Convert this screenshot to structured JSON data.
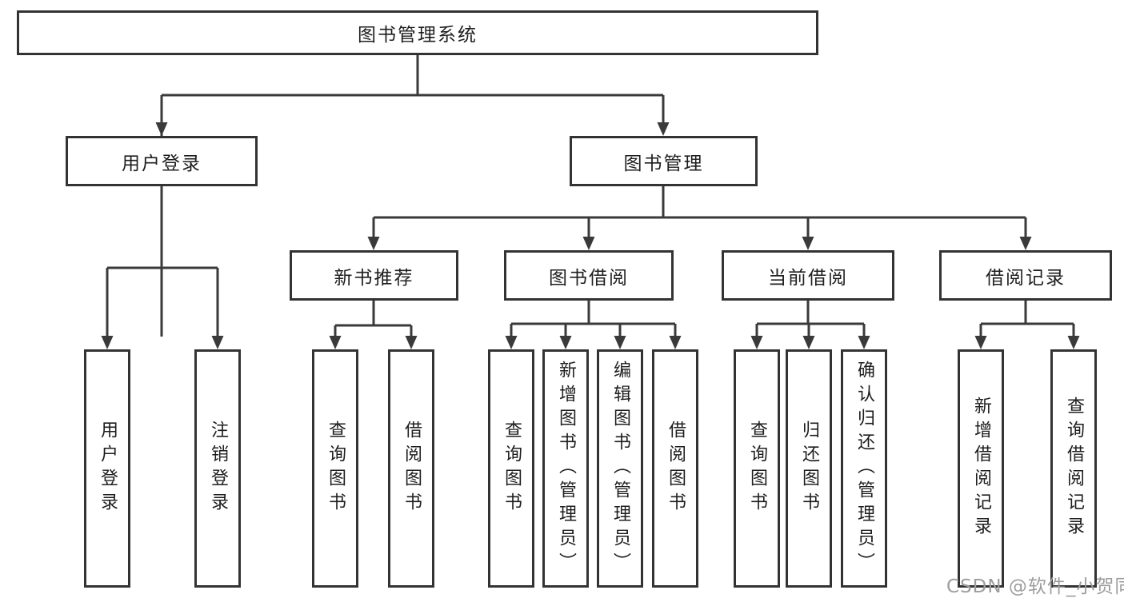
{
  "tree": {
    "label": "图书管理系统",
    "children": [
      {
        "label": "用户登录",
        "children": [
          {
            "label": "用户登录"
          },
          {
            "label": "注销登录"
          }
        ]
      },
      {
        "label": "图书管理",
        "children": [
          {
            "label": "新书推荐",
            "children": [
              {
                "label": "查询图书"
              },
              {
                "label": "借阅图书"
              }
            ]
          },
          {
            "label": "图书借阅",
            "children": [
              {
                "label": "查询图书"
              },
              {
                "label": "新增图书（管理员）"
              },
              {
                "label": "编辑图书（管理员）"
              },
              {
                "label": "借阅图书"
              }
            ]
          },
          {
            "label": "当前借阅",
            "children": [
              {
                "label": "查询图书"
              },
              {
                "label": "归还图书"
              },
              {
                "label": "确认归还（管理员）"
              }
            ]
          },
          {
            "label": "借阅记录",
            "children": [
              {
                "label": "新增借阅记录"
              },
              {
                "label": "查询借阅记录"
              }
            ]
          }
        ]
      }
    ]
  },
  "watermark": {
    "text": "CSDN @软件_小贺同学"
  },
  "colors": {
    "line": "#3a3a3a",
    "box_border": "#333333",
    "box_fill": "#ffffff",
    "text": "#1e1e1e",
    "watermark": "#9d9d9d",
    "background": "#ffffff"
  }
}
